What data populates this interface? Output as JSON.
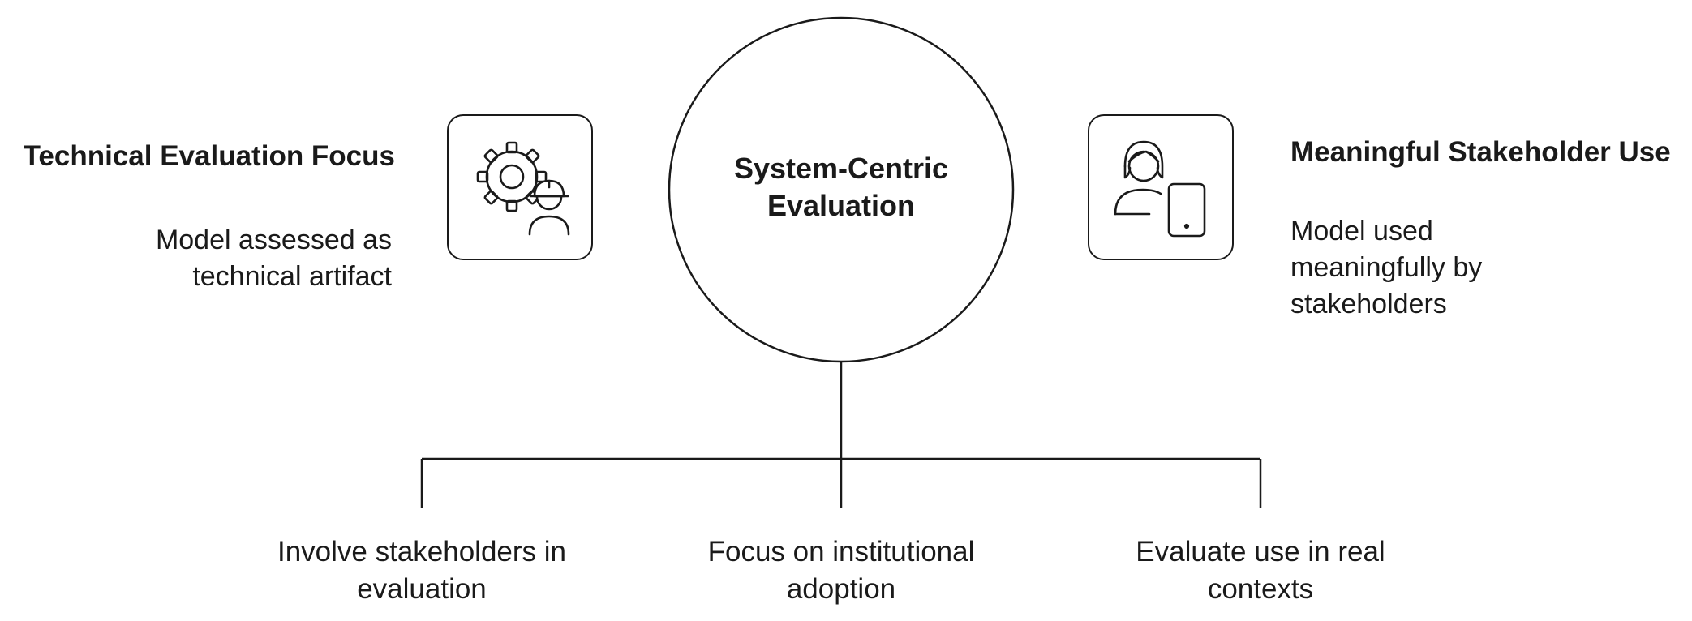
{
  "center": {
    "line1": "System-Centric",
    "line2": "Evaluation"
  },
  "left": {
    "title": "Technical Evaluation Focus",
    "desc_line1": "Model assessed as",
    "desc_line2": "technical artifact",
    "icon": "gear-engineer-icon"
  },
  "right": {
    "title": "Meaningful Stakeholder Use",
    "desc_line1": "Model used",
    "desc_line2": "meaningfully by",
    "desc_line3": "stakeholders",
    "icon": "person-tablet-icon"
  },
  "branches": [
    {
      "line1": "Involve stakeholders in",
      "line2": "evaluation"
    },
    {
      "line1": "Focus on institutional",
      "line2": "adoption"
    },
    {
      "line1": "Evaluate use in real",
      "line2": "contexts"
    }
  ],
  "colors": {
    "stroke": "#1a1a1a",
    "background": "#ffffff"
  }
}
